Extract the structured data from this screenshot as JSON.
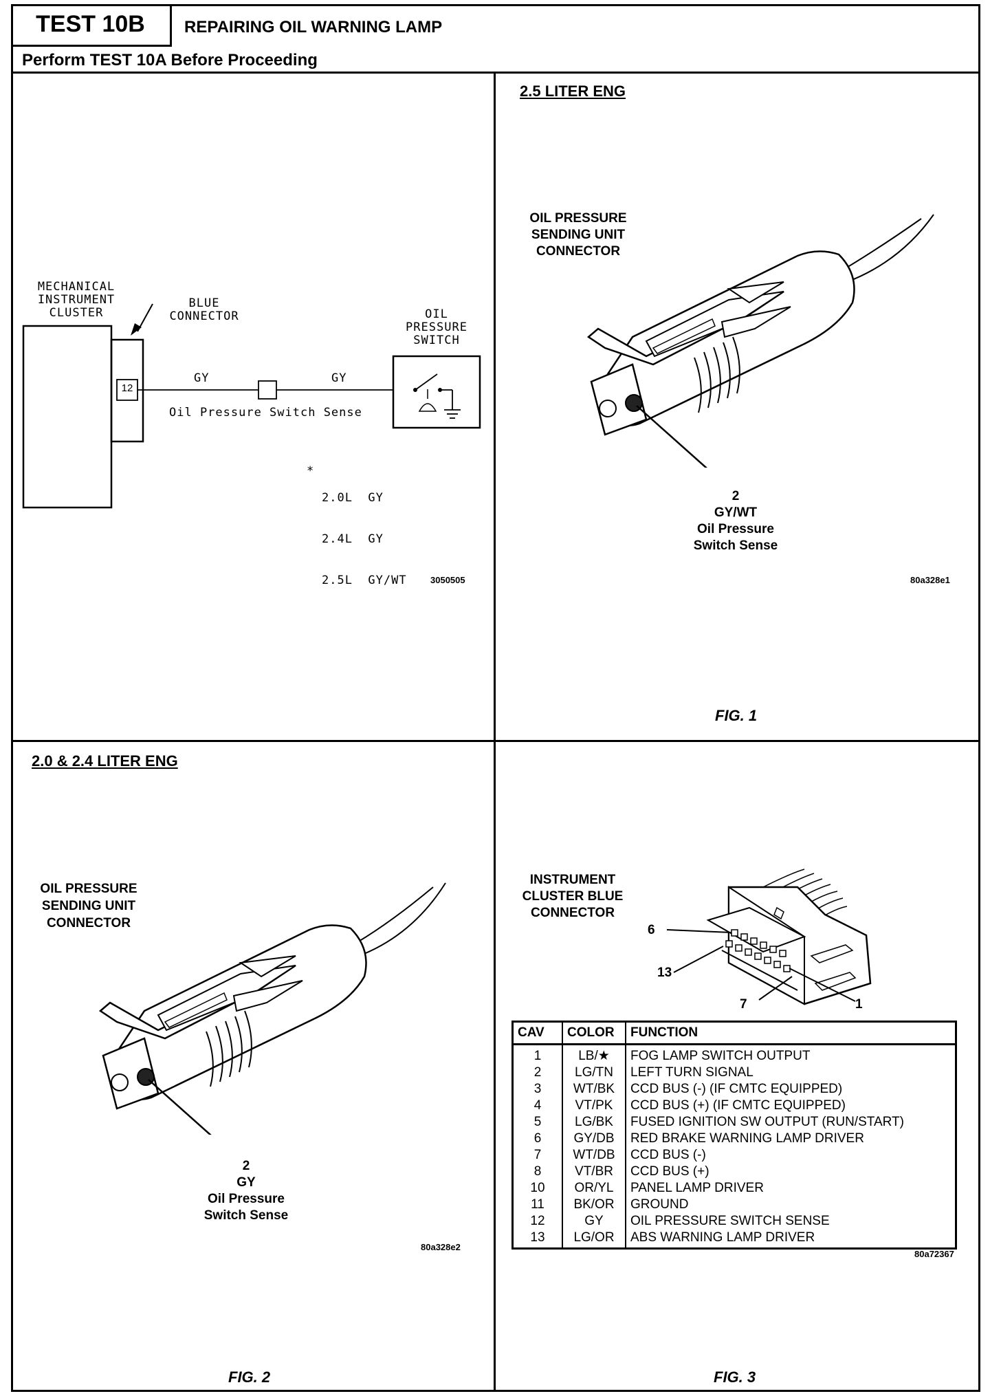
{
  "header": {
    "test_id": "TEST 10B",
    "title": "REPAIRING OIL WARNING LAMP",
    "subtitle": "Perform TEST 10A Before Proceeding"
  },
  "schematic": {
    "cluster_label": [
      "MECHANICAL",
      "INSTRUMENT",
      "CLUSTER"
    ],
    "connector_label": [
      "BLUE",
      "CONNECTOR"
    ],
    "pin": "12",
    "wire_left": "GY",
    "wire_right": "GY",
    "circuit_name": "Oil Pressure Switch Sense",
    "switch_label": [
      "OIL",
      "PRESSURE",
      "SWITCH"
    ],
    "note_star": "*",
    "notes": [
      "2.0L  GY",
      "2.4L  GY",
      "2.5L  GY/WT"
    ],
    "ref": "3050505"
  },
  "fig1": {
    "heading": "2.5 LITER ENG",
    "connector_label": [
      "OIL PRESSURE",
      "SENDING UNIT",
      "CONNECTOR"
    ],
    "pin_label": [
      "2",
      "GY/WT",
      "Oil Pressure",
      "Switch Sense"
    ],
    "ref": "80a328e1",
    "caption": "FIG. 1"
  },
  "fig2": {
    "heading": "2.0 & 2.4 LITER ENG",
    "connector_label": [
      "OIL PRESSURE",
      "SENDING UNIT",
      "CONNECTOR"
    ],
    "pin_label": [
      "2",
      "GY",
      "Oil Pressure",
      "Switch Sense"
    ],
    "ref": "80a328e2",
    "caption": "FIG. 2"
  },
  "fig3": {
    "connector_label": [
      "INSTRUMENT",
      "CLUSTER BLUE",
      "CONNECTOR"
    ],
    "callouts": {
      "six": "6",
      "thirteen": "13",
      "seven": "7",
      "one": "1"
    },
    "table": {
      "headers": [
        "CAV",
        "COLOR",
        "FUNCTION"
      ],
      "rows": [
        [
          "1",
          "LB/★",
          "FOG LAMP SWITCH OUTPUT"
        ],
        [
          "2",
          "LG/TN",
          "LEFT TURN SIGNAL"
        ],
        [
          "3",
          "WT/BK",
          "CCD BUS (-) (IF CMTC EQUIPPED)"
        ],
        [
          "4",
          "VT/PK",
          "CCD BUS (+) (IF CMTC EQUIPPED)"
        ],
        [
          "5",
          "LG/BK",
          "FUSED IGNITION SW OUTPUT (RUN/START)"
        ],
        [
          "6",
          "GY/DB",
          "RED BRAKE WARNING LAMP DRIVER"
        ],
        [
          "7",
          "WT/DB",
          "CCD BUS (-)"
        ],
        [
          "8",
          "VT/BR",
          "CCD BUS (+)"
        ],
        [
          "10",
          "OR/YL",
          "PANEL LAMP DRIVER"
        ],
        [
          "11",
          "BK/OR",
          "GROUND"
        ],
        [
          "12",
          "GY",
          "OIL PRESSURE SWITCH SENSE"
        ],
        [
          "13",
          "LG/OR",
          "ABS WARNING LAMP DRIVER"
        ]
      ]
    },
    "ref": "80a72367",
    "caption": "FIG. 3"
  }
}
